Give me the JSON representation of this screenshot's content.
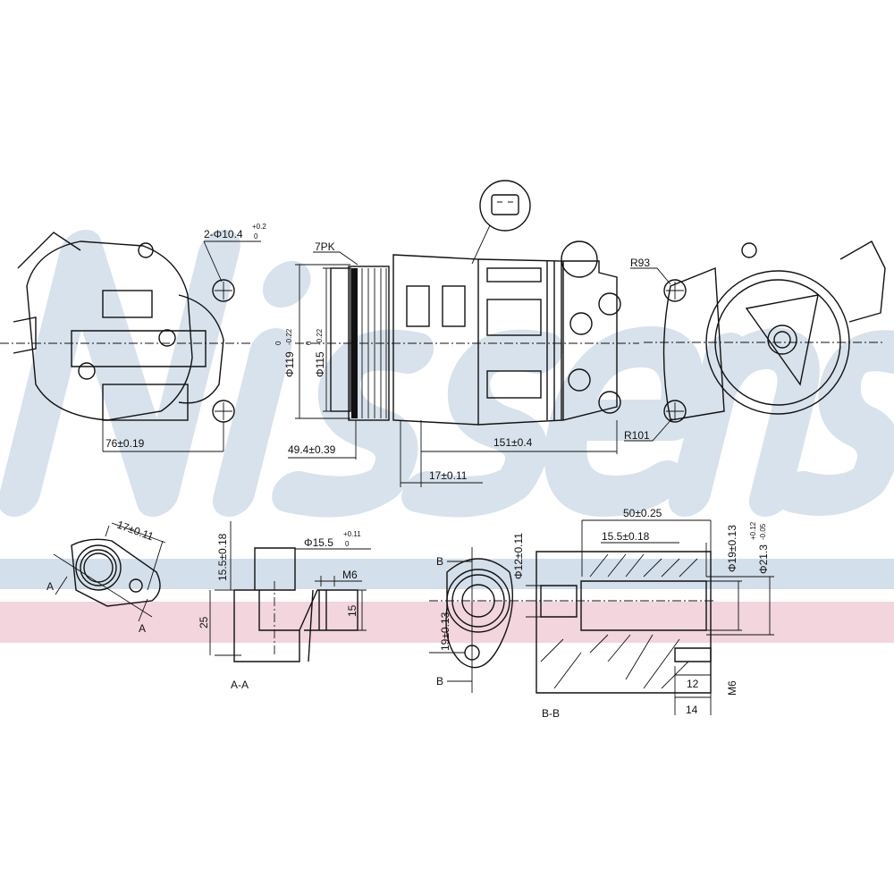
{
  "watermark": {
    "brand": "Nissens",
    "band_top_color": "#d3dfea",
    "band_bottom_color": "#f2d5dd",
    "letter_color": "#d7e2ec"
  },
  "top_views": {
    "mount_holes": {
      "main": "2-Φ10.4",
      "tol_upper": "+0.2",
      "tol_lower": "0"
    },
    "belt": "7PK",
    "dia_119": {
      "main": "Φ119",
      "tol_upper": "0",
      "tol_lower": "-0.22"
    },
    "dia_115": {
      "main": "Φ115",
      "tol_upper": "0",
      "tol_lower": "-0.22"
    },
    "r93": "R93",
    "r101": "R101",
    "dim_76": "76±0.19",
    "dim_49": "49.4±0.39",
    "dim_151": "151±0.4",
    "dim_17": "17±0.11"
  },
  "port_a": {
    "dim_17": "17±0.11",
    "section_mark": "A",
    "section_label": "A-A",
    "dim_15_5": "15.5±0.18",
    "dia_15_5": {
      "main": "Φ15.5",
      "tol_upper": "+0.11",
      "tol_lower": "0"
    },
    "thread": "M6",
    "dim_25": "25",
    "dim_15": "15"
  },
  "port_b": {
    "section_mark": "B",
    "section_label": "B-B",
    "dia_12": "Φ12±0.11",
    "dim_19": "19±0.13",
    "dim_50": "50±0.25",
    "dim_15_5": "15.5±0.18",
    "dia_19": "Φ19±0.13",
    "dia_21_3": {
      "main": "Φ21.3",
      "tol_upper": "+0.12",
      "tol_lower": "-0.05"
    },
    "dim_12": "12",
    "thread": "M6",
    "dim_14": "14"
  }
}
